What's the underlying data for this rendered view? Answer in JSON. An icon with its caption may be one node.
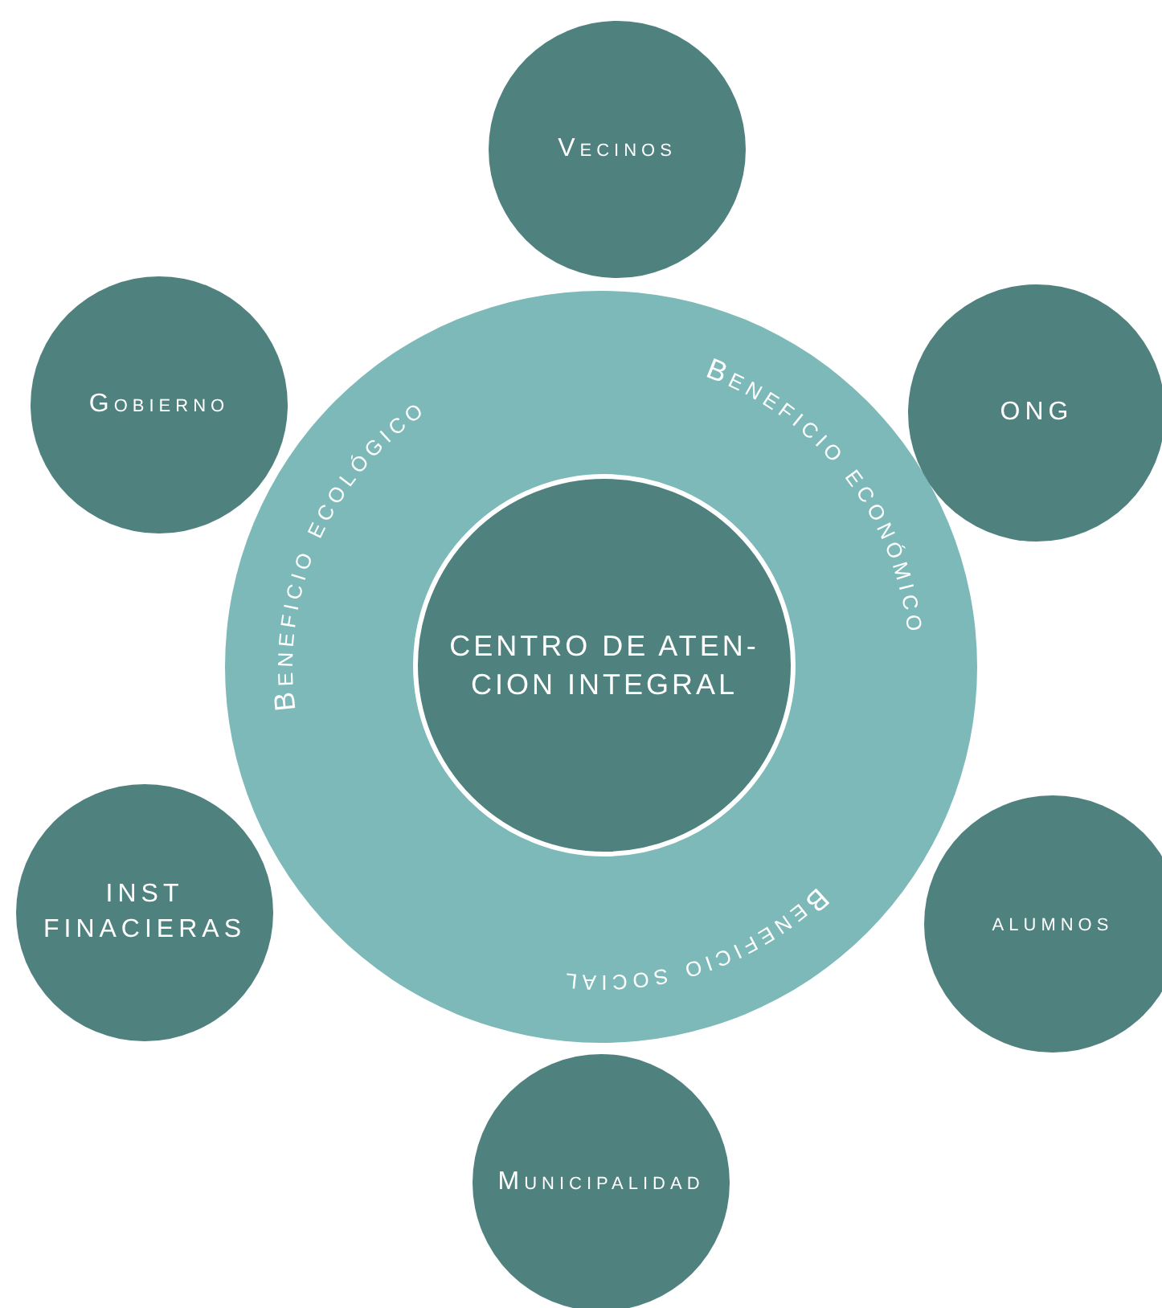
{
  "diagram": {
    "nodes": [
      {
        "text": [
          "Beneficio ecológico",
          "Beneficio económico",
          "Beneficio social"
        ]
      },
      {
        "text": [
          "CENTRO DE ATEN- CION INTEGRAL"
        ],
        "in": 0
      },
      {
        "text": [
          "Vecinos"
        ]
      },
      {
        "text": [
          "Gobierno"
        ]
      },
      {
        "text": [
          "ONG"
        ]
      },
      {
        "text": [
          "INST FINACIERAS"
        ]
      },
      {
        "text": [
          "alumnos"
        ]
      },
      {
        "text": [
          "Municipalidad"
        ]
      }
    ]
  }
}
